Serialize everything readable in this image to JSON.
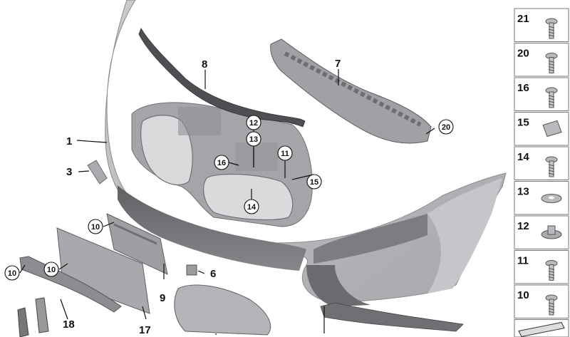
{
  "callouts": {
    "c1": "1",
    "c3": "3",
    "c6": "6",
    "c7": "7",
    "c8": "8",
    "c9": "9",
    "c17": "17",
    "c18": "18",
    "r12": "12",
    "r13": "13",
    "r16": "16",
    "r11": "11",
    "r15": "15",
    "r14": "14",
    "r20": "20",
    "r10a": "10",
    "r10b": "10",
    "r10c": "10"
  },
  "fastener_panel": [
    "21",
    "20",
    "16",
    "15",
    "14",
    "13",
    "12",
    "11",
    "10"
  ],
  "colors": {
    "bumper_body": "#b9bbbe",
    "bumper_dark": "#6e7073",
    "grille": "#a9abae",
    "line": "#111111"
  }
}
